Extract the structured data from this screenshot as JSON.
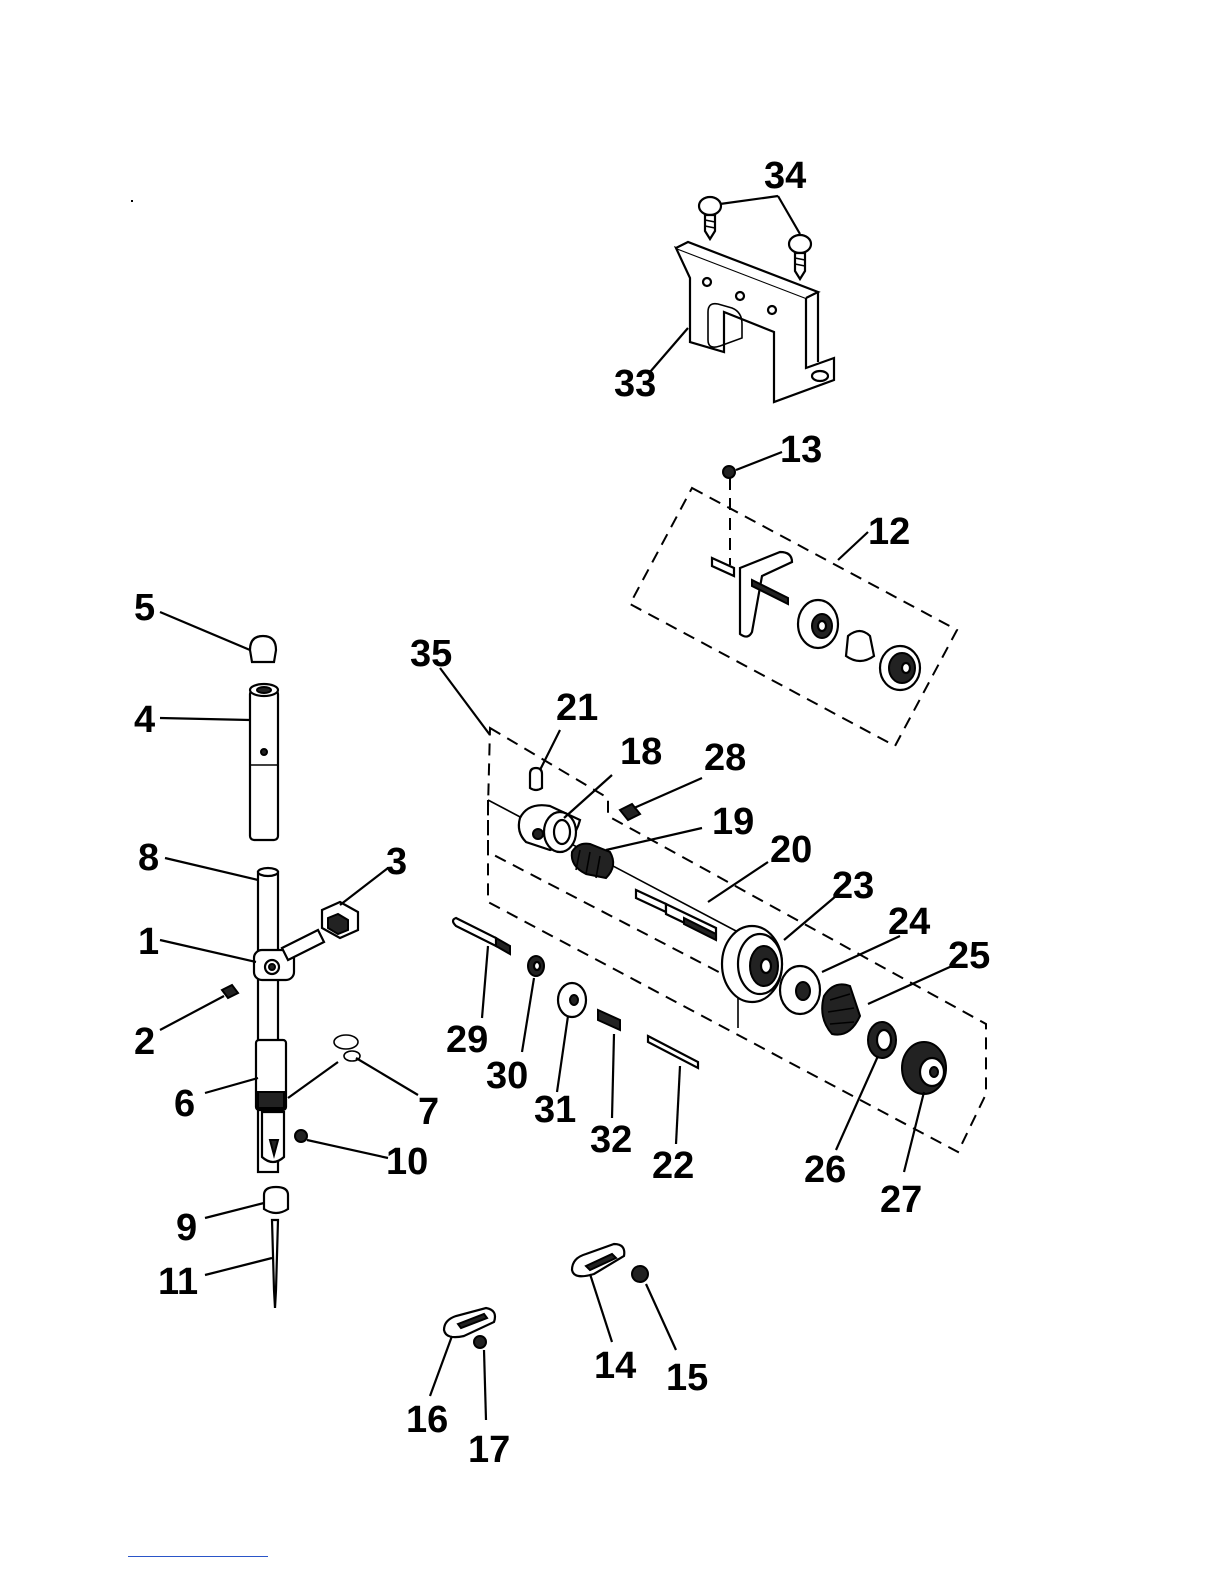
{
  "diagram": {
    "callouts": [
      {
        "id": "1",
        "text": "1"
      },
      {
        "id": "2",
        "text": "2"
      },
      {
        "id": "3",
        "text": "3"
      },
      {
        "id": "4",
        "text": "4"
      },
      {
        "id": "5",
        "text": "5"
      },
      {
        "id": "6",
        "text": "6"
      },
      {
        "id": "7",
        "text": "7"
      },
      {
        "id": "8",
        "text": "8"
      },
      {
        "id": "9",
        "text": "9"
      },
      {
        "id": "10",
        "text": "10"
      },
      {
        "id": "11",
        "text": "11"
      },
      {
        "id": "12",
        "text": "12"
      },
      {
        "id": "13",
        "text": "13"
      },
      {
        "id": "14",
        "text": "14"
      },
      {
        "id": "15",
        "text": "15"
      },
      {
        "id": "16",
        "text": "16"
      },
      {
        "id": "17",
        "text": "17"
      },
      {
        "id": "18",
        "text": "18"
      },
      {
        "id": "19",
        "text": "19"
      },
      {
        "id": "20",
        "text": "20"
      },
      {
        "id": "21",
        "text": "21"
      },
      {
        "id": "22",
        "text": "22"
      },
      {
        "id": "23",
        "text": "23"
      },
      {
        "id": "24",
        "text": "24"
      },
      {
        "id": "25",
        "text": "25"
      },
      {
        "id": "26",
        "text": "26"
      },
      {
        "id": "27",
        "text": "27"
      },
      {
        "id": "28",
        "text": "28"
      },
      {
        "id": "29",
        "text": "29"
      },
      {
        "id": "30",
        "text": "30"
      },
      {
        "id": "31",
        "text": "31"
      },
      {
        "id": "32",
        "text": "32"
      },
      {
        "id": "33",
        "text": "33"
      },
      {
        "id": "34",
        "text": "34"
      },
      {
        "id": "35",
        "text": "35"
      }
    ]
  }
}
